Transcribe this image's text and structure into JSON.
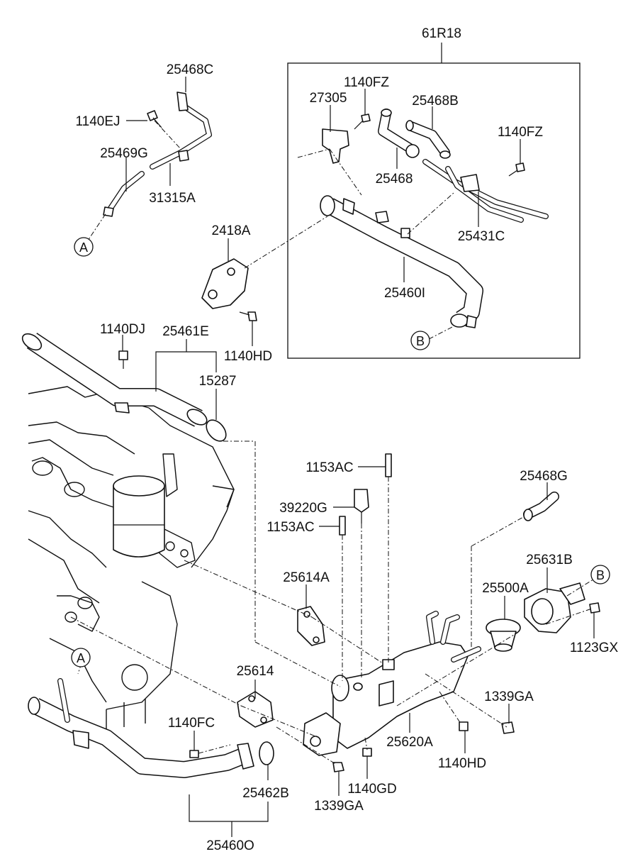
{
  "labels": {
    "l61R18": "61R18",
    "l25468C": "25468C",
    "l1140EJ": "1140EJ",
    "l25469G": "25469G",
    "l31315A": "31315A",
    "l27305": "27305",
    "l1140FZ_a": "1140FZ",
    "l25468B": "25468B",
    "l1140FZ_b": "1140FZ",
    "l25468": "25468",
    "l25431C": "25431C",
    "l2418A": "2418A",
    "l25460I": "25460I",
    "l1140DJ": "1140DJ",
    "l25461E": "25461E",
    "l1140HD_a": "1140HD",
    "l15287": "15287",
    "l1153AC_a": "1153AC",
    "l25468G": "25468G",
    "l39220G": "39220G",
    "l1153AC_b": "1153AC",
    "l25631B": "25631B",
    "l25614A": "25614A",
    "l25500A": "25500A",
    "l1123GX": "1123GX",
    "l25614": "25614",
    "l1339GA_a": "1339GA",
    "l1140FC": "1140FC",
    "l25620A": "25620A",
    "l1140HD_b": "1140HD",
    "l25462B": "25462B",
    "l1140GD": "1140GD",
    "l1339GA_b": "1339GA",
    "l25460O": "25460O"
  },
  "markers": {
    "a_top": "A",
    "a_bottom": "A",
    "b_top": "B",
    "b_right": "B"
  }
}
